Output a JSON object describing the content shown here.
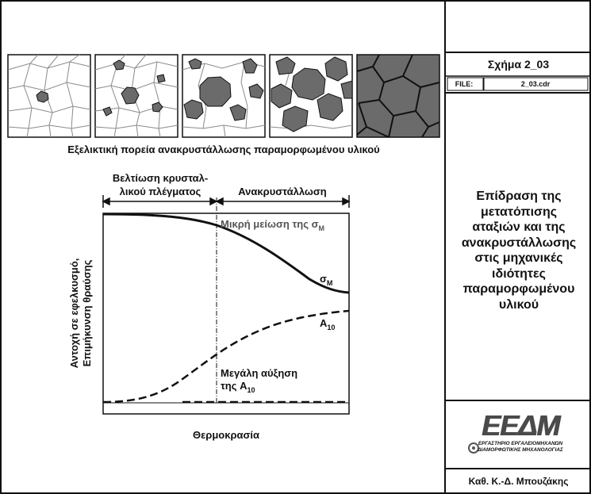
{
  "side_panel": {
    "figure_title": "Σχήμα 2_03",
    "file_label": "FILE:",
    "file_name": "2_03.cdr",
    "title_lines": [
      "Επίδραση της",
      "μετατόπισης",
      "αταξιών και της",
      "ανακρυστάλλωσης",
      "στις μηχανικές",
      "ιδιότητες",
      "παραμορφωμένου",
      "υλικού"
    ],
    "logo_letters": "ΕΕΔΜ",
    "logo_caption_lines": [
      "ΕΡΓΑΣΤΗΡΙΟ ΕΡΓΑΛΕΙΟΜΗΧΑΝΩΝ",
      "ΔΙΑΜΟΡΦΩΤΙΚΗΣ ΜΗΧΑΝΟΛΟΓΙΑΣ"
    ],
    "author": "Καθ. Κ.-Δ. Μπουζάκης"
  },
  "micrographs": {
    "caption": "Εξελικτική πορεία ανακρυστάλλωσης παραμορφωμένου υλικού",
    "stages": 5
  },
  "graph": {
    "region1_lines": [
      "Βελτίωση κρυσταλ-",
      "λικού πλέγματος"
    ],
    "region2": "Ανακρυστάλλωση",
    "ylabel_lines": [
      "Αντοχή σε εφελκυσμό,",
      "Επιμήκυνση θραύσης"
    ],
    "xlabel": "Θερμοκρασία",
    "sigma_curve_label": "σ",
    "sigma_sub": "M",
    "a_curve_label": "A",
    "a_sub": "10",
    "small_decrease": "Μικρή μείωση της σ",
    "small_decrease_sub": "M",
    "large_increase_line1": "Μεγάλη αύξηση",
    "large_increase_line2": "της A",
    "large_increase_sub": "10"
  }
}
